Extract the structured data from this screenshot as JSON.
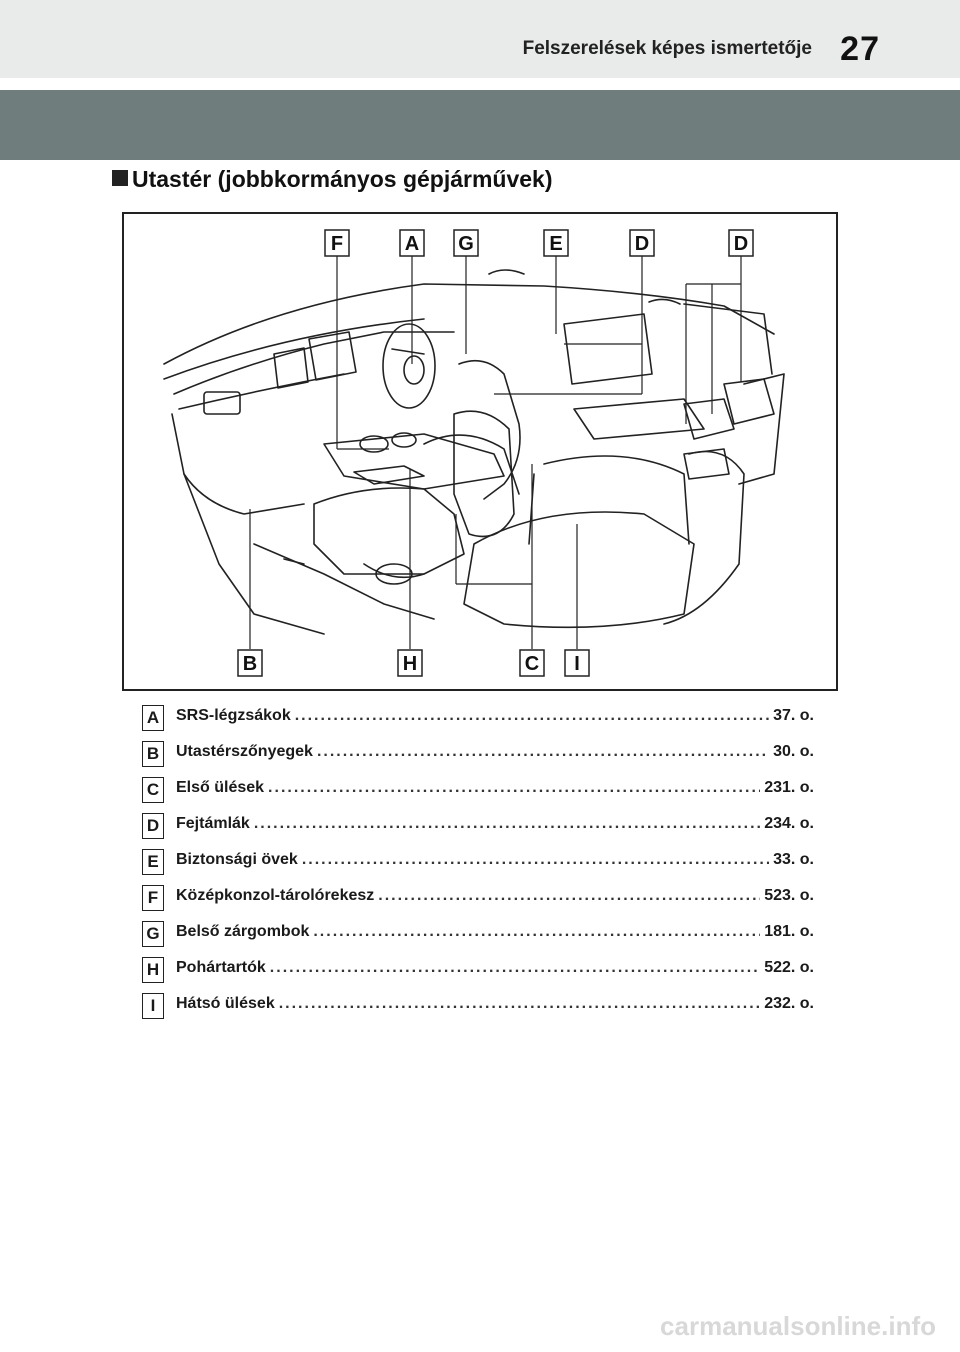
{
  "header": {
    "running_head": "Felszerelések képes ismertetője",
    "page_number": "27"
  },
  "section": {
    "title": "Utastér (jobbkormányos gépjárművek)"
  },
  "diagram": {
    "top_callouts": [
      "F",
      "A",
      "G",
      "E",
      "D",
      "D"
    ],
    "bottom_callouts": [
      "B",
      "H",
      "C",
      "I"
    ]
  },
  "index": [
    {
      "key": "A",
      "label": "SRS-légzsákok",
      "page": "37. o."
    },
    {
      "key": "B",
      "label": "Utastérszőnyegek",
      "page": "30. o."
    },
    {
      "key": "C",
      "label": "Első ülések",
      "page": "231. o."
    },
    {
      "key": "D",
      "label": "Fejtámlák",
      "page": "234. o."
    },
    {
      "key": "E",
      "label": "Biztonsági övek",
      "page": "33. o."
    },
    {
      "key": "F",
      "label": "Középkonzol-tárolórekesz",
      "page": "523. o."
    },
    {
      "key": "G",
      "label": "Belső zárgombok",
      "page": "181. o."
    },
    {
      "key": "H",
      "label": "Pohártartók",
      "page": "522. o."
    },
    {
      "key": "I",
      "label": "Hátsó ülések",
      "page": "232. o."
    }
  ],
  "watermark": "carmanualsonline.info"
}
